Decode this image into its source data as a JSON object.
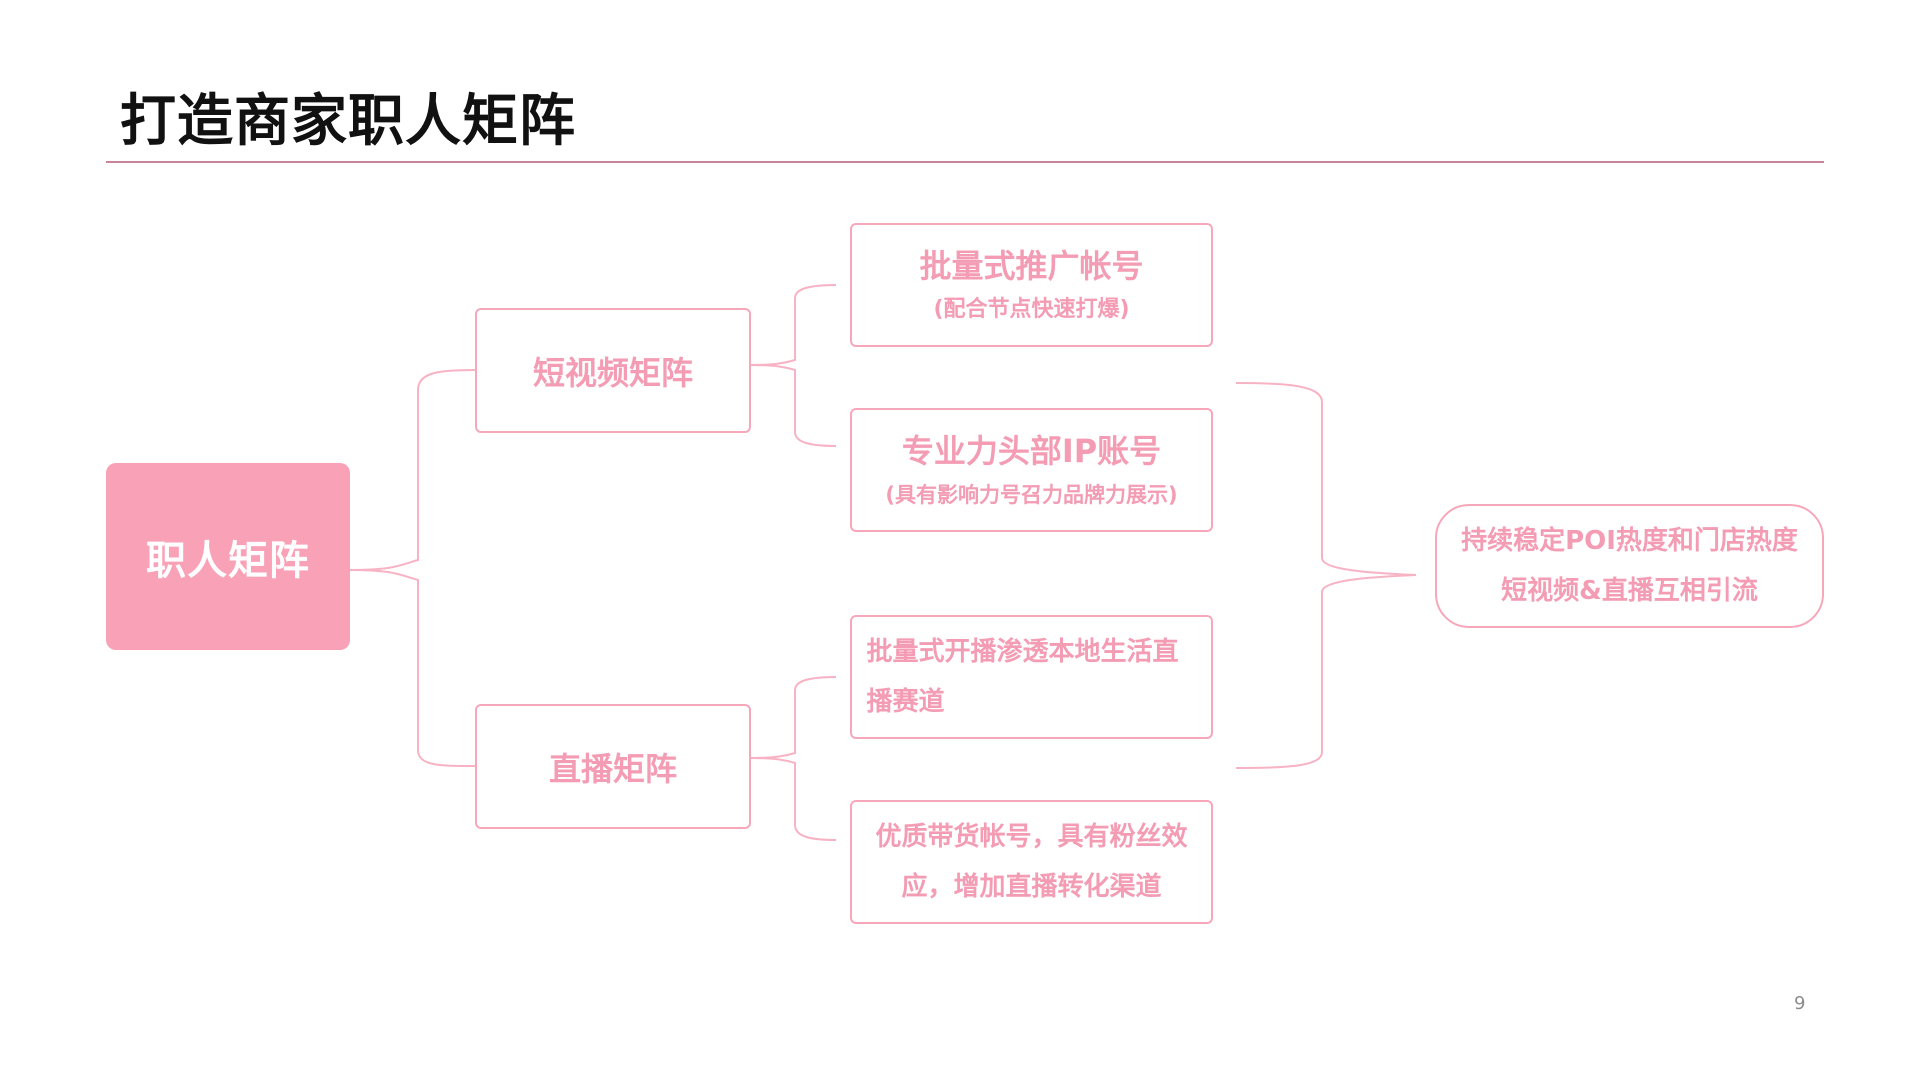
{
  "title": "打造商家职人矩阵",
  "root": {
    "label": "职人矩阵"
  },
  "branches": [
    {
      "label": "短视频矩阵",
      "leaves": [
        {
          "main": "批量式推广帐号",
          "sub": "(配合节点快速打爆)"
        },
        {
          "main": "专业力头部IP账号",
          "sub": "(具有影响力号召力品牌力展示)"
        }
      ]
    },
    {
      "label": "直播矩阵",
      "leaves": [
        {
          "text": "批量式开播渗透本地生活直播赛道"
        },
        {
          "text": "优质带货帐号，具有粉丝效应，增加直播转化渠道"
        }
      ]
    }
  ],
  "outcome": {
    "label": "持续稳定POI热度和门店热度短视频&直播互相引流"
  },
  "page_number": "9",
  "colors": {
    "accent": "#f9a1b6",
    "text_pink": "#f39cb3",
    "border_pink": "#f7a7ba",
    "title": "#111111",
    "rule": "#c9849a"
  }
}
